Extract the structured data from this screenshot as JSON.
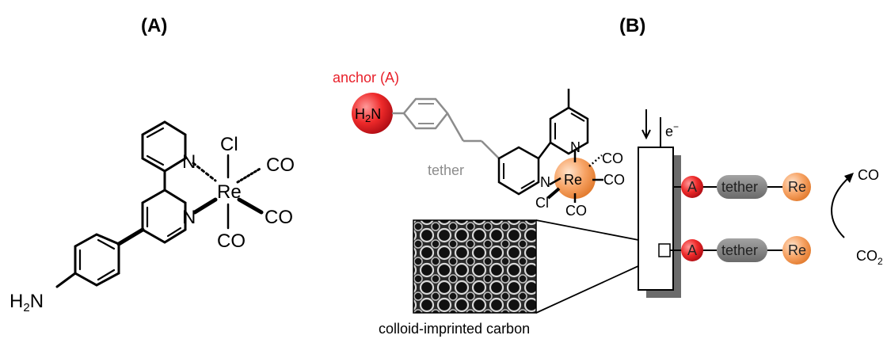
{
  "panels": {
    "a": {
      "label": "(A)"
    },
    "b": {
      "label": "(B)"
    }
  },
  "molecule_a": {
    "metal": "Re",
    "cl": "Cl",
    "co_top": "CO",
    "co_right": "CO",
    "co_bottom": "CO",
    "n_top": "N",
    "n_bottom": "N",
    "amine_h": "H",
    "amine_sub": "2",
    "amine_n": "N"
  },
  "molecule_b": {
    "anchor_label": "anchor (A)",
    "tether_label": "tether",
    "amine_h": "H",
    "amine_sub": "2",
    "amine_n": "N",
    "metal": "Re",
    "cl": "Cl",
    "co1": "CO",
    "co2": "CO",
    "co3": "CO",
    "n_top": "N",
    "n_bottom": "N"
  },
  "electrode": {
    "electron": "e",
    "electron_sup": "−",
    "anchor_symbol": "A",
    "tether_text": "tether",
    "re_text": "Re"
  },
  "reaction": {
    "product": "CO",
    "reactant": "CO",
    "reactant_sub": "2"
  },
  "caption": {
    "text": "colloid-imprinted carbon"
  },
  "colors": {
    "anchor_red": "#e8202a",
    "re_orange": "#f5a060",
    "tether_gray": "#8c8c8c",
    "pill_gray": "#7a7a7a"
  }
}
